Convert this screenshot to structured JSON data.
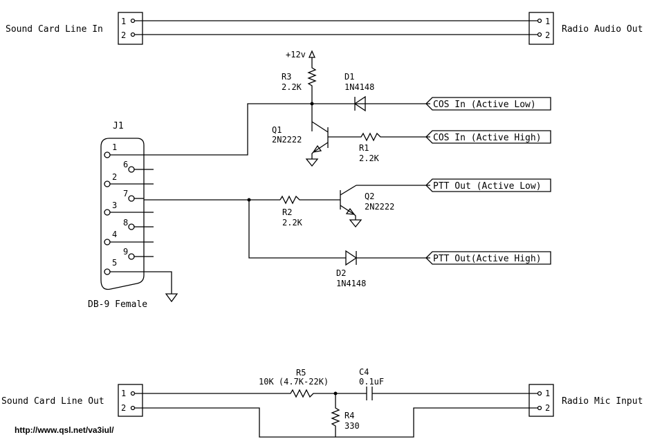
{
  "connectors": {
    "top_left": {
      "label": "Sound Card Line In",
      "pins": [
        "1",
        "2"
      ]
    },
    "top_right": {
      "label": "Radio Audio Out",
      "pins": [
        "1",
        "2"
      ]
    },
    "bottom_left": {
      "label": "Sound Card Line Out",
      "pins": [
        "1",
        "2"
      ]
    },
    "bottom_right": {
      "label": "Radio Mic Input",
      "pins": [
        "1",
        "2"
      ]
    }
  },
  "j1": {
    "ref": "J1",
    "type": "DB-9 Female",
    "pins": [
      "1",
      "6",
      "2",
      "7",
      "3",
      "8",
      "4",
      "9",
      "5"
    ]
  },
  "supply": "+12v",
  "components": {
    "r3": {
      "ref": "R3",
      "value": "2.2K"
    },
    "d1": {
      "ref": "D1",
      "value": "1N4148"
    },
    "q1": {
      "ref": "Q1",
      "value": "2N2222"
    },
    "r1": {
      "ref": "R1",
      "value": "2.2K"
    },
    "r2": {
      "ref": "R2",
      "value": "2.2K"
    },
    "q2": {
      "ref": "Q2",
      "value": "2N2222"
    },
    "d2": {
      "ref": "D2",
      "value": "1N4148"
    },
    "r5": {
      "ref": "R5",
      "value": "10K (4.7K-22K)"
    },
    "c4": {
      "ref": "C4",
      "value": "0.1uF"
    },
    "r4": {
      "ref": "R4",
      "value": "330"
    }
  },
  "ports": {
    "cos_low": "COS In (Active Low)",
    "cos_high": "COS In (Active High)",
    "ptt_low": "PTT Out (Active Low)",
    "ptt_high": "PTT Out(Active High)"
  },
  "url": "http://www.qsl.net/va3iul/"
}
